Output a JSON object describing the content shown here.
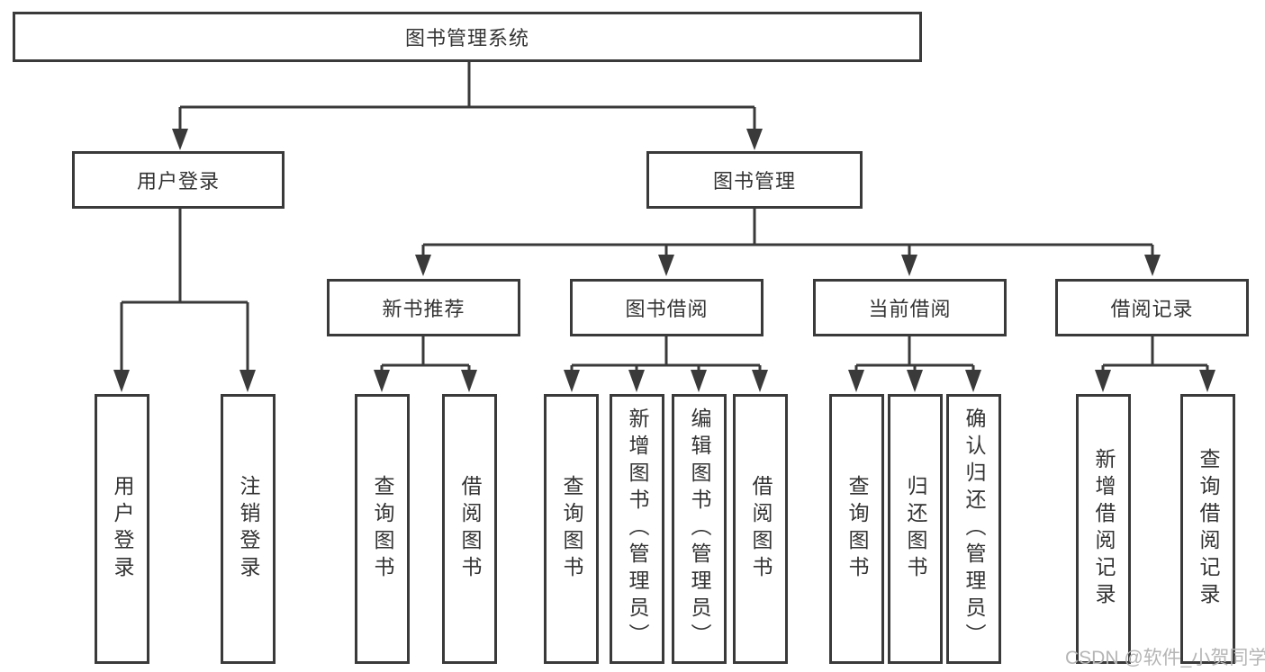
{
  "diagram": {
    "root": {
      "label": "图书管理系统"
    },
    "level2": [
      {
        "label": "用户登录",
        "children": [
          {
            "label": "用户登录"
          },
          {
            "label": "注销登录"
          }
        ]
      },
      {
        "label": "图书管理",
        "children": [
          {
            "label": "新书推荐",
            "children": [
              {
                "label": "查询图书"
              },
              {
                "label": "借阅图书"
              }
            ]
          },
          {
            "label": "图书借阅",
            "children": [
              {
                "label": "查询图书"
              },
              {
                "label": "新增图书（管理员）"
              },
              {
                "label": "编辑图书（管理员）"
              },
              {
                "label": "借阅图书"
              }
            ]
          },
          {
            "label": "当前借阅",
            "children": [
              {
                "label": "查询图书"
              },
              {
                "label": "归还图书"
              },
              {
                "label": "确认归还（管理员）"
              }
            ]
          },
          {
            "label": "借阅记录",
            "children": [
              {
                "label": "新增借阅记录"
              },
              {
                "label": "查询借阅记录"
              }
            ]
          }
        ]
      }
    ]
  },
  "watermark": {
    "text": "CSDN @软件_小贺同学"
  },
  "colors": {
    "line": "#3a3a3a",
    "text": "#333333",
    "background": "#ffffff",
    "watermark": "#b5b5b5"
  }
}
